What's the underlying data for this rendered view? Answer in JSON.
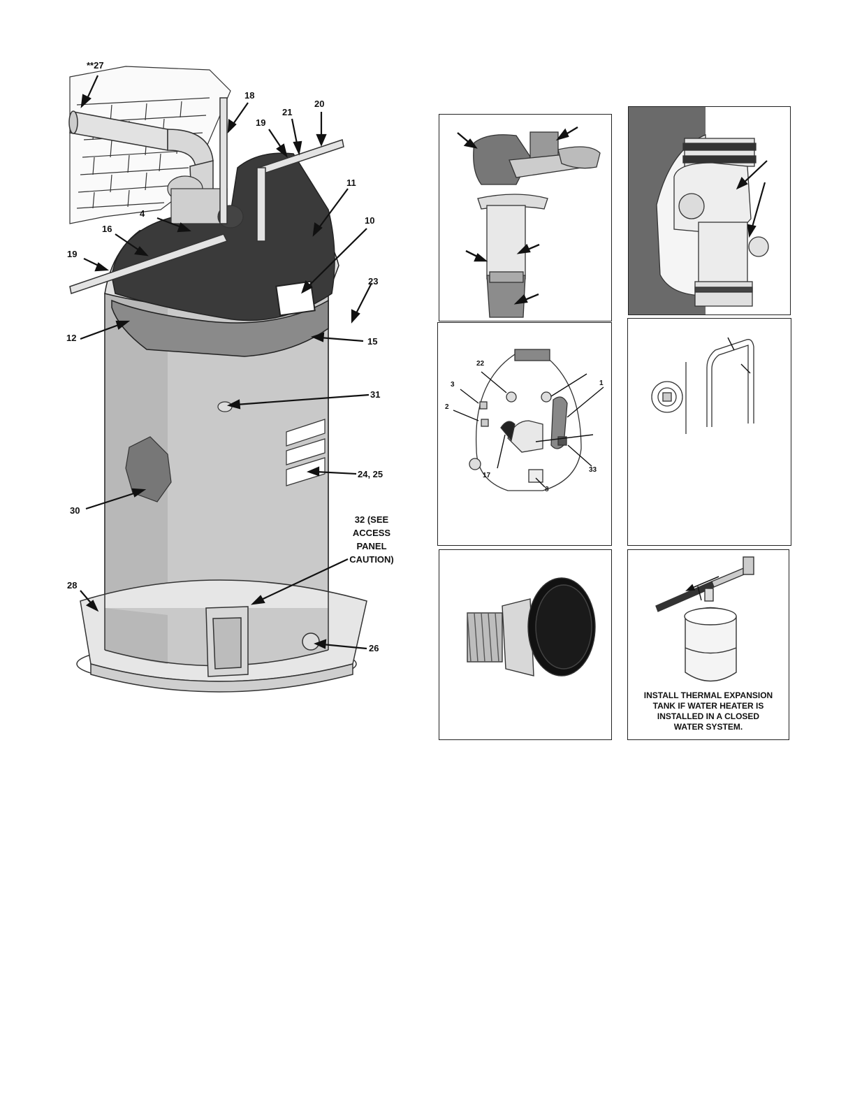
{
  "main_figure": {
    "labels": [
      {
        "id": "27",
        "text": "**27"
      },
      {
        "id": "18",
        "text": "18"
      },
      {
        "id": "21",
        "text": "21"
      },
      {
        "id": "20",
        "text": "20"
      },
      {
        "id": "19a",
        "text": "19"
      },
      {
        "id": "11",
        "text": "11"
      },
      {
        "id": "4",
        "text": "4"
      },
      {
        "id": "10",
        "text": "10"
      },
      {
        "id": "16",
        "text": "16"
      },
      {
        "id": "19b",
        "text": "19"
      },
      {
        "id": "23",
        "text": "23"
      },
      {
        "id": "12",
        "text": "12"
      },
      {
        "id": "15",
        "text": "15"
      },
      {
        "id": "31",
        "text": "31"
      },
      {
        "id": "24",
        "text": "24, 25"
      },
      {
        "id": "30",
        "text": "30"
      },
      {
        "id": "28",
        "text": "28"
      },
      {
        "id": "26",
        "text": "26"
      }
    ],
    "caution_lines": [
      "32 (SEE",
      "ACCESS",
      "PANEL",
      "CAUTION)"
    ]
  },
  "panel_top_view": {
    "labels": [
      {
        "id": "22",
        "text": "22"
      },
      {
        "id": "3",
        "text": "3"
      },
      {
        "id": "1",
        "text": "1"
      },
      {
        "id": "2",
        "text": "2"
      },
      {
        "id": "17",
        "text": "17"
      },
      {
        "id": "33",
        "text": "33"
      },
      {
        "id": "8",
        "text": "8"
      }
    ]
  },
  "panel_expansion_tank": {
    "note_lines": [
      "INSTALL THERMAL EXPANSION",
      "TANK IF WATER HEATER IS",
      "INSTALLED IN A CLOSED",
      "WATER SYSTEM."
    ]
  }
}
